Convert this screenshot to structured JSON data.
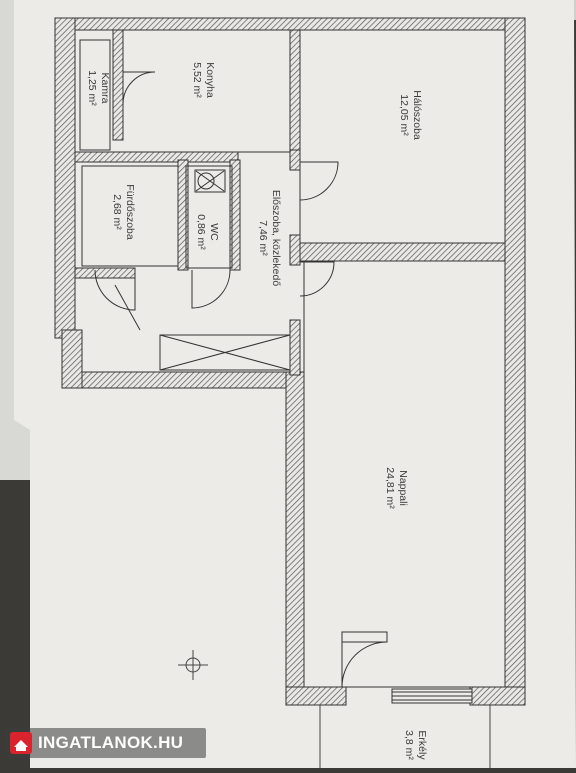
{
  "plan": {
    "rooms": {
      "halo_name": "Hálószoba",
      "halo_area": "12,05 m²",
      "konyha_name": "Konyha",
      "konyha_area": "5,52 m²",
      "kamra_name": "Kamra",
      "kamra_area": "1,25 m²",
      "furdo_name": "Fürdőszoba",
      "furdo_area": "2,68 m²",
      "wc_name": "WC",
      "wc_area": "0,86 m²",
      "eloszoba_name": "Előszoba, közlekedő",
      "eloszoba_area": "7,46 m²",
      "nappali_name": "Nappali",
      "nappali_area": "24,81 m²",
      "erkely_name": "Erkély",
      "erkely_area": "3,8 m²"
    }
  },
  "watermark": {
    "text": "INGATLANOK.HU"
  },
  "colors": {
    "paper": "#ecebe8",
    "wall_line": "#333333",
    "hatch": "#555555",
    "background": "#3b3a37",
    "brand_red": "#d9232d"
  }
}
